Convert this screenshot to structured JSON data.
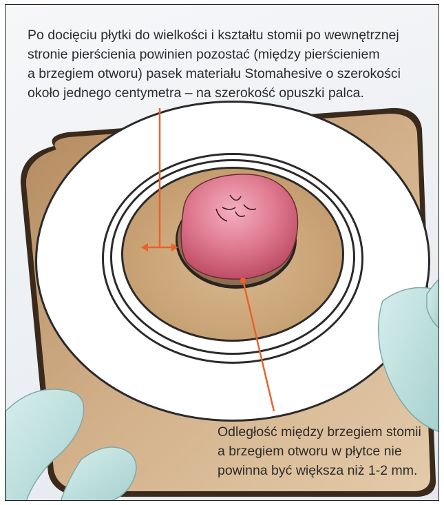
{
  "top_caption": {
    "lines": [
      "Po docięciu płytki do wielkości i kształtu stomii po wewnętrznej",
      "stronie pierścienia powinien pozostać (między pierścieniem",
      "a brzegiem otworu) pasek materiału Stomahesive o szerokości",
      "około jednego centymetra – na szerokość opuszki palca."
    ]
  },
  "bottom_caption": {
    "lines": [
      "Odległość między brzegiem stomii",
      "a brzegiem otworu w płytce nie",
      "powinna być większa niż 1-2 mm."
    ]
  },
  "colors": {
    "callout_line": "#e8622a",
    "wafer": "#c9a57d",
    "ring": "#ffffff",
    "stoma": "#d9627a",
    "glove": "#bfe0de"
  }
}
